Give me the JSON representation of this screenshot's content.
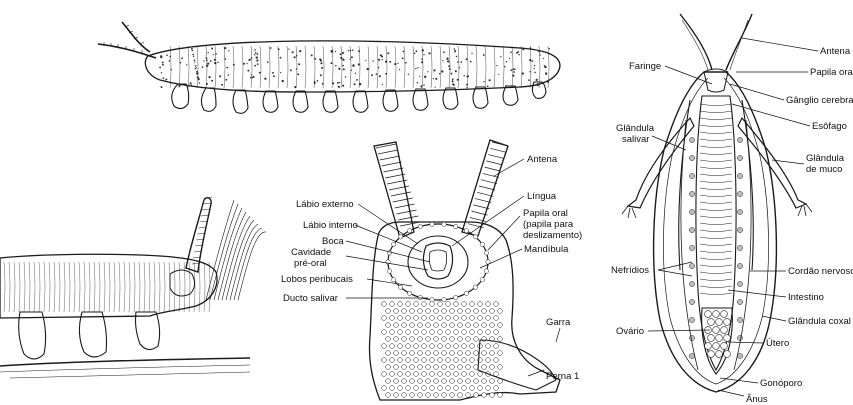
{
  "figure": {
    "panels": [
      {
        "name": "onychophoran-whole-body-lateral"
      },
      {
        "name": "onychophoran-slime-ejection"
      },
      {
        "name": "onychophoran-head-ventral-view"
      },
      {
        "name": "onychophoran-internal-anatomy-dorsal"
      }
    ],
    "head_labels": {
      "antena": "Antena",
      "labio_externo": "Lábio externo",
      "labio_interno": "Lábio interno",
      "boca": "Boca",
      "cavidade_1": "Cavidade",
      "cavidade_2": "pré-oral",
      "lobos": "Lobos peribucais",
      "ducto": "Ducto salivar",
      "lingua": "Língua",
      "papila_1": "Papila oral",
      "papila_2": "(papila para",
      "papila_3": "deslizamento)",
      "mandibula": "Mandíbula",
      "garra": "Garra",
      "perna": "Perna 1"
    },
    "anatomy_labels": {
      "antena": "Antena",
      "papila_oral": "Papila oral",
      "faringe": "Faringe",
      "ganglio": "Gânglio cerebral",
      "esofago": "Esôfago",
      "glandula_salivar_1": "Glândula",
      "glandula_salivar_2": "salivar",
      "glandula_muco_1": "Glândula",
      "glandula_muco_2": "de muco",
      "nefridios": "Nefrídios",
      "cordao": "Cordão nervoso",
      "intestino": "Intestino",
      "glandula_coxal": "Glândula coxal",
      "ovario": "Ovário",
      "utero": "Útero",
      "gonoporo": "Gonóporo",
      "anus": "Ânus"
    }
  }
}
